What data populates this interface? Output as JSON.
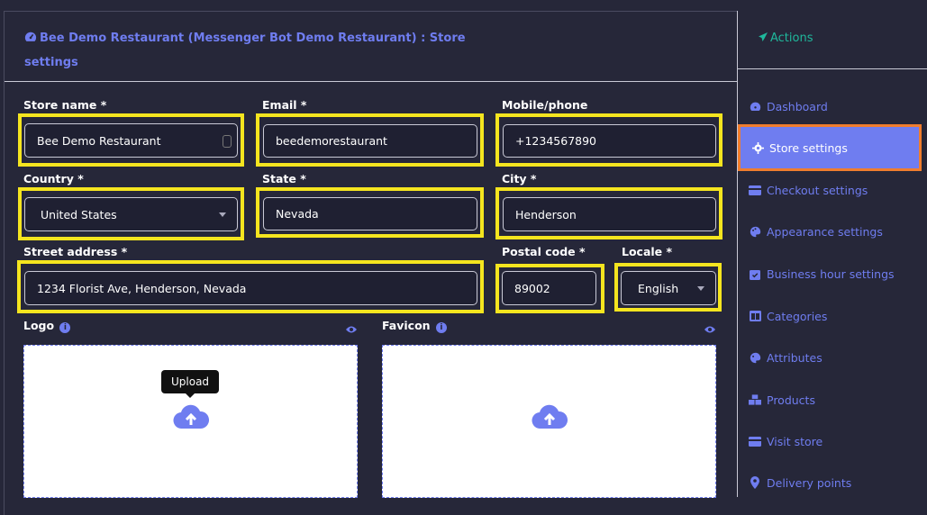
{
  "header": {
    "title": "Bee Demo Restaurant (Messenger Bot Demo Restaurant) : Store settings",
    "title_icon": "dashboard-gauge-icon"
  },
  "sidebar": {
    "actions_label": "Actions",
    "actions_icon": "paper-plane-icon",
    "items": [
      {
        "label": "Dashboard",
        "icon": "dashboard-gauge-icon"
      },
      {
        "label": "Store settings",
        "icon": "gear-icon"
      },
      {
        "label": "Checkout settings",
        "icon": "credit-card-icon"
      },
      {
        "label": "Appearance settings",
        "icon": "palette-icon"
      },
      {
        "label": "Business hour settings",
        "icon": "calendar-check-icon"
      },
      {
        "label": "Categories",
        "icon": "columns-icon"
      },
      {
        "label": "Attributes",
        "icon": "palette-icon"
      },
      {
        "label": "Products",
        "icon": "boxes-icon"
      },
      {
        "label": "Visit store",
        "icon": "credit-card-icon"
      },
      {
        "label": "Delivery points",
        "icon": "map-pin-icon"
      }
    ],
    "active_index": 1
  },
  "form": {
    "store_name": {
      "label": "Store name *",
      "value": "Bee Demo Restaurant"
    },
    "email": {
      "label": "Email *",
      "value": "beedemorestaurant"
    },
    "mobile": {
      "label": "Mobile/phone",
      "value": "+1234567890"
    },
    "country": {
      "label": "Country *",
      "value": "United States"
    },
    "state": {
      "label": "State *",
      "value": "Nevada"
    },
    "city": {
      "label": "City *",
      "value": "Henderson"
    },
    "street": {
      "label": "Street address *",
      "value": "1234 Florist Ave, Henderson, Nevada"
    },
    "postal": {
      "label": "Postal code *",
      "value": "89002"
    },
    "locale": {
      "label": "Locale *",
      "value": "English"
    },
    "logo": {
      "label": "Logo",
      "tooltip": "Upload"
    },
    "favicon": {
      "label": "Favicon"
    }
  },
  "colors": {
    "accent": "#6f7df0",
    "highlight": "#f5e51f",
    "active_border": "#f07d2e",
    "actions_green": "#1fb89c",
    "background": "#262739"
  }
}
